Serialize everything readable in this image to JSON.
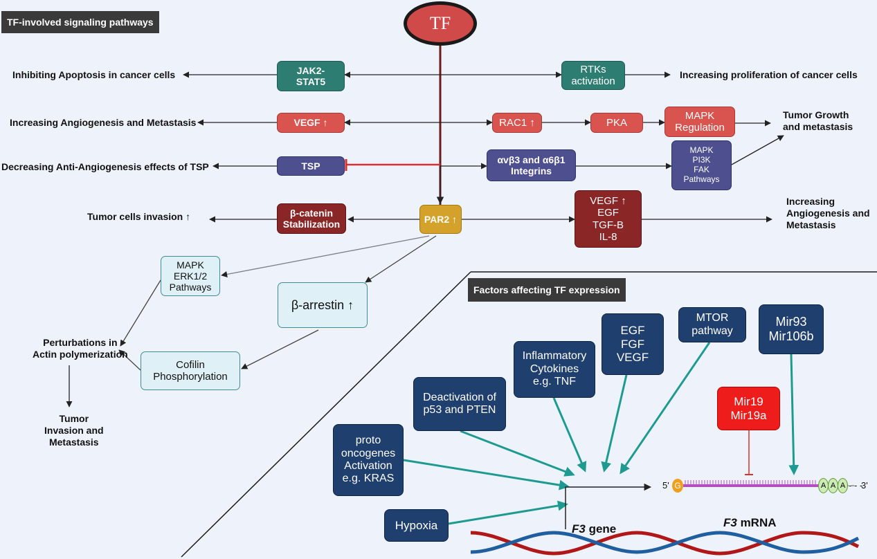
{
  "headers": {
    "signaling": "TF-involved signaling pathways",
    "factors": "Factors affecting TF expression"
  },
  "tf_label": "TF",
  "boxes": {
    "jak2": "JAK2-\nSTAT5",
    "rtks": "RTKs\nactivation",
    "vegf": "VEGF ↑",
    "rac1": "RAC1 ↑",
    "pka": "PKA",
    "mapk_reg": "MAPK\nRegulation",
    "tsp": "TSP",
    "integrins": "αvβ3 and α6β1\nIntegrins",
    "mapk_pi3k": "MAPK\nPI3K\nFAK\nPathways",
    "beta_catenin": "β-catenin\nStabilization",
    "par2": "PAR2 ↑",
    "vegf_egf": "VEGF ↑\nEGF\nTGF-B\nIL-8",
    "mapk_erk": "MAPK\nERK1/2\nPathways",
    "beta_arrestin": "β-arrestin ↑",
    "cofilin": "Cofilin\nPhosphorylation"
  },
  "outcomes": {
    "apoptosis": "Inhibiting Apoptosis in cancer cells",
    "proliferation": "Increasing proliferation of cancer cells",
    "angio_meta": "Increasing Angiogenesis and Metastasis",
    "tumor_growth": "Tumor Growth\nand metastasis",
    "anti_angio": "Decreasing Anti-Angiogenesis effects of TSP",
    "invasion": "Tumor cells invasion ↑",
    "angio_meta2": "Increasing\nAngiogenesis and\nMetastasis",
    "actin": "Perturbations in\nActin polymerization",
    "tumor_invasion": "Tumor\nInvasion and\nMetastasis"
  },
  "factors": {
    "hypoxia": "Hypoxia",
    "proto": "proto\noncogenes\nActivation\ne.g. KRAS",
    "p53": "Deactivation of\np53 and PTEN",
    "cytokines": "Inflammatory\nCytokines\ne.g. TNF",
    "egf": "EGF\nFGF\nVEGF",
    "mtor": "MTOR\npathway",
    "mir93": "Mir93\nMir106b",
    "mir19": "Mir19\nMir19a"
  },
  "gene": {
    "f3_italic": "F3",
    "gene_word": " gene",
    "mrna_word": " mRNA",
    "five_prime": "5'",
    "three_prime": "3'",
    "cap": "G",
    "poly_a": "A",
    "tail": "- - -"
  },
  "colors": {
    "teal_arrow": "#1e9a90",
    "inhibit_red": "#d83030",
    "tf_line": "#6b1a1a"
  }
}
